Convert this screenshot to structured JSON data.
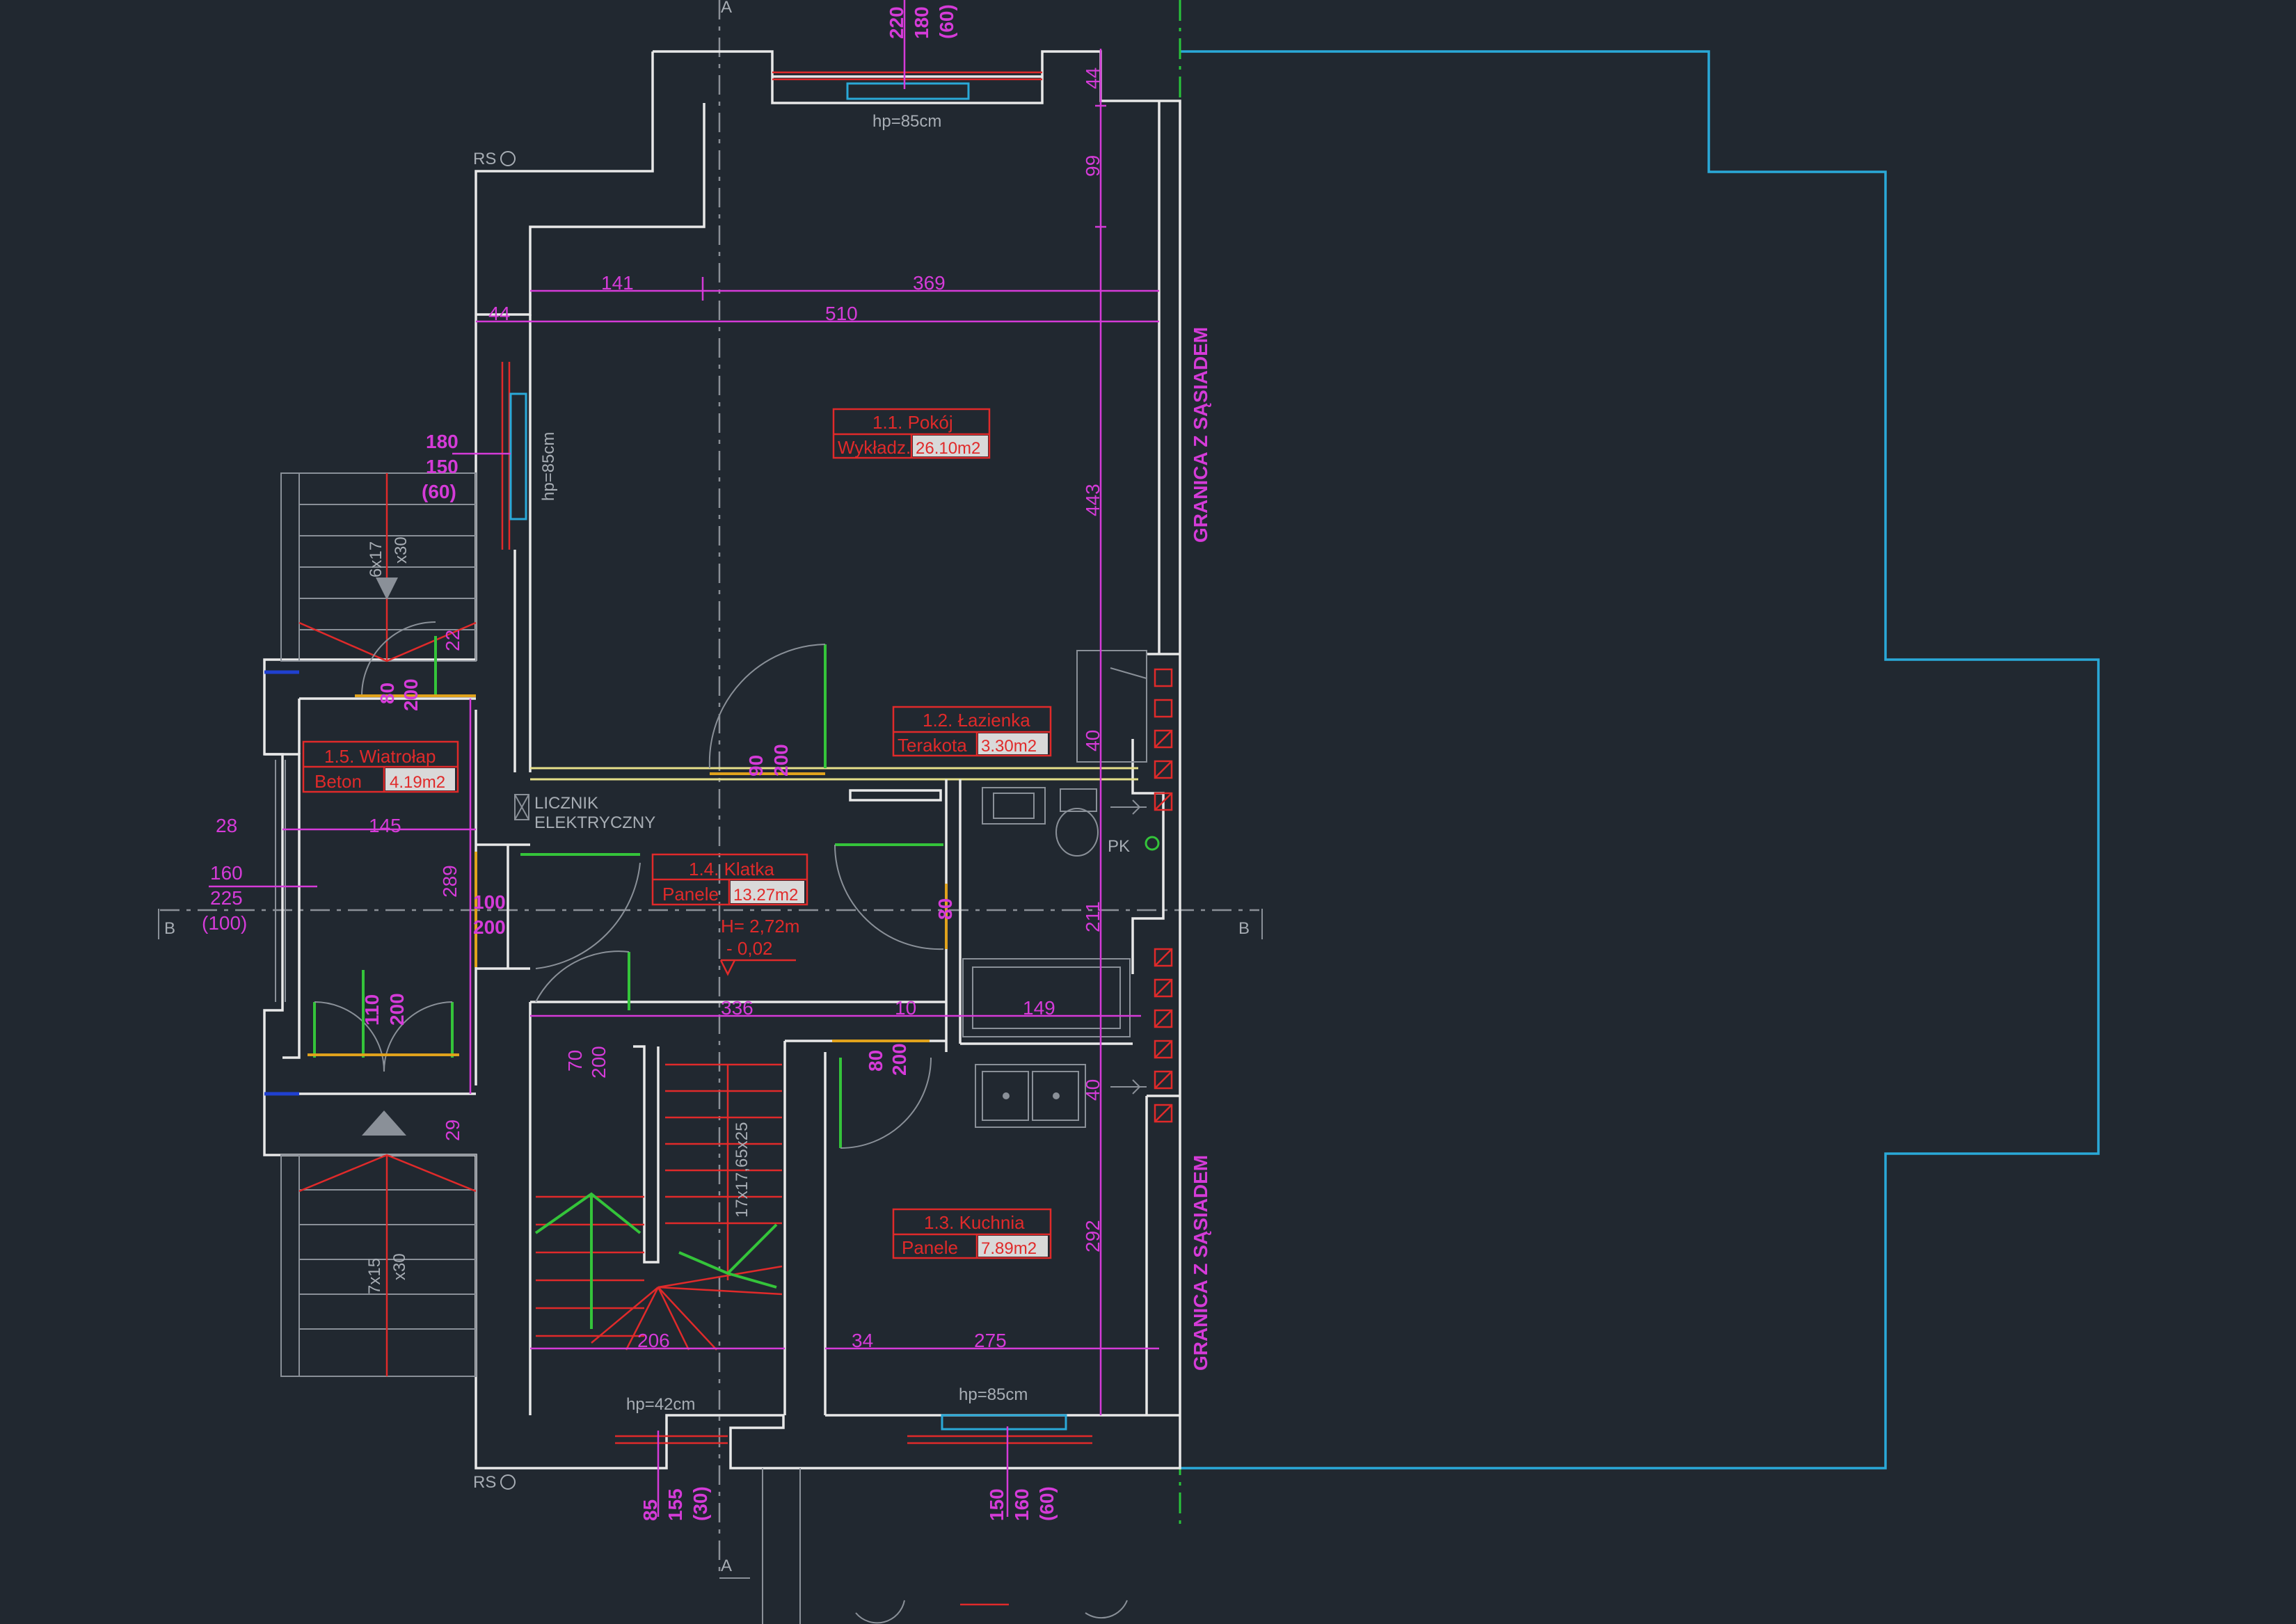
{
  "rooms": [
    {
      "name": "1.1. Pokój",
      "finish": "Wykładz.",
      "area": "26.10m2"
    },
    {
      "name": "1.2. Łazienka",
      "finish": "Terakota",
      "area": "3.30m2"
    },
    {
      "name": "1.3. Kuchnia",
      "finish": "Panele",
      "area": "7.89m2"
    },
    {
      "name": "1.4. Klatka",
      "finish": "Panele",
      "area": "13.27m2"
    },
    {
      "name": "1.5. Wiatrołap",
      "finish": "Beton",
      "area": "4.19m2"
    }
  ],
  "section_marks": {
    "a": "A",
    "b": "B"
  },
  "boundary_label": "GRANICA Z SĄSIADEM",
  "meter_label": [
    "LICZNIK",
    "ELEKTRYCZNY"
  ],
  "pk_label": "PK",
  "rs_label": "RS",
  "level": {
    "height": "H= 2,72m",
    "elevation": "- 0,02"
  },
  "sill_labels": {
    "top": "hp=85cm",
    "left": "hp=85cm",
    "bottom_left": "hp=42cm",
    "bottom_right": "hp=85cm"
  },
  "stairs": {
    "upper": [
      "6x17",
      "x30"
    ],
    "lower": [
      "7x15",
      "x30"
    ],
    "inner": "17x17,65x25"
  },
  "dims": {
    "d141": "141",
    "d369": "369",
    "d510": "510",
    "d44a": "44",
    "d44b": "44",
    "d99": "99",
    "d443": "443",
    "d40a": "40",
    "d211": "211",
    "d40b": "40",
    "d292": "292",
    "d336": "336",
    "d10": "10",
    "d149": "149",
    "d206": "206",
    "d34": "34",
    "d275": "275",
    "d28": "28",
    "d145": "145",
    "d289": "289",
    "d22": "22",
    "d29": "29",
    "w_top": [
      "220",
      "180",
      "(60)"
    ],
    "w_left": [
      "180",
      "150",
      "(60)"
    ],
    "w_vest": [
      "160",
      "225",
      "(100)"
    ],
    "w_bl": [
      "85",
      "155",
      "(30)"
    ],
    "w_br": [
      "150",
      "160",
      "(60)"
    ],
    "door_90_200": [
      "90",
      "200"
    ],
    "door_80_200a": [
      "80",
      "200"
    ],
    "door_80_200b": [
      "80",
      "200"
    ],
    "door_80_200c": [
      "80",
      "200"
    ],
    "door_100_200": [
      "100",
      "200"
    ],
    "door_110_200": [
      "110",
      "200"
    ],
    "door_70_200": [
      "70",
      "200"
    ]
  },
  "colors": {
    "wall": "#e8e8e8",
    "dimension": "#d53bd8",
    "room_label": "#e02a2a",
    "door": "#34c43a",
    "neighbor_outline": "#2aa9d8",
    "background": "#212830"
  }
}
